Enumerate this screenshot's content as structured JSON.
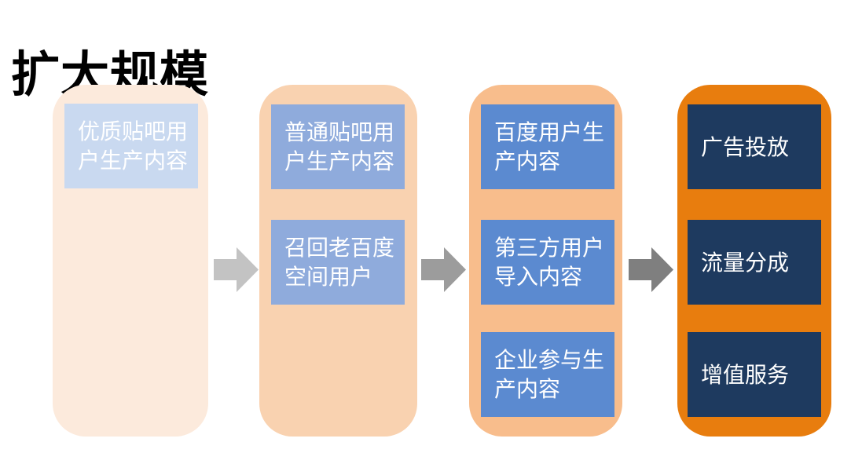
{
  "title": "扩大规模",
  "diagram": {
    "columns": [
      {
        "id": "stage-1",
        "bg": "#FCEADC",
        "box_bg": "#C9D9F0",
        "boxes": [
          "优质贴吧用户生产内容"
        ]
      },
      {
        "id": "stage-2",
        "bg": "#F9D2B0",
        "box_bg": "#8FABDC",
        "boxes": [
          "普通贴吧用户生产内容",
          "召回老百度空间用户"
        ]
      },
      {
        "id": "stage-3",
        "bg": "#F8BD8C",
        "box_bg": "#5B8AD0",
        "boxes": [
          "百度用户生产内容",
          "第三方用户导入内容",
          "企业参与生产内容"
        ]
      },
      {
        "id": "stage-4",
        "bg": "#E87D0E",
        "box_bg": "#1E3A5F",
        "boxes": [
          "广告投放",
          "流量分成",
          "增值服务"
        ]
      }
    ],
    "arrows": [
      {
        "color": "#C3C3C3"
      },
      {
        "color": "#9C9C9C"
      },
      {
        "color": "#7F7F7F"
      }
    ],
    "text_color": "#FFFFFF",
    "title_color": "#000000"
  }
}
